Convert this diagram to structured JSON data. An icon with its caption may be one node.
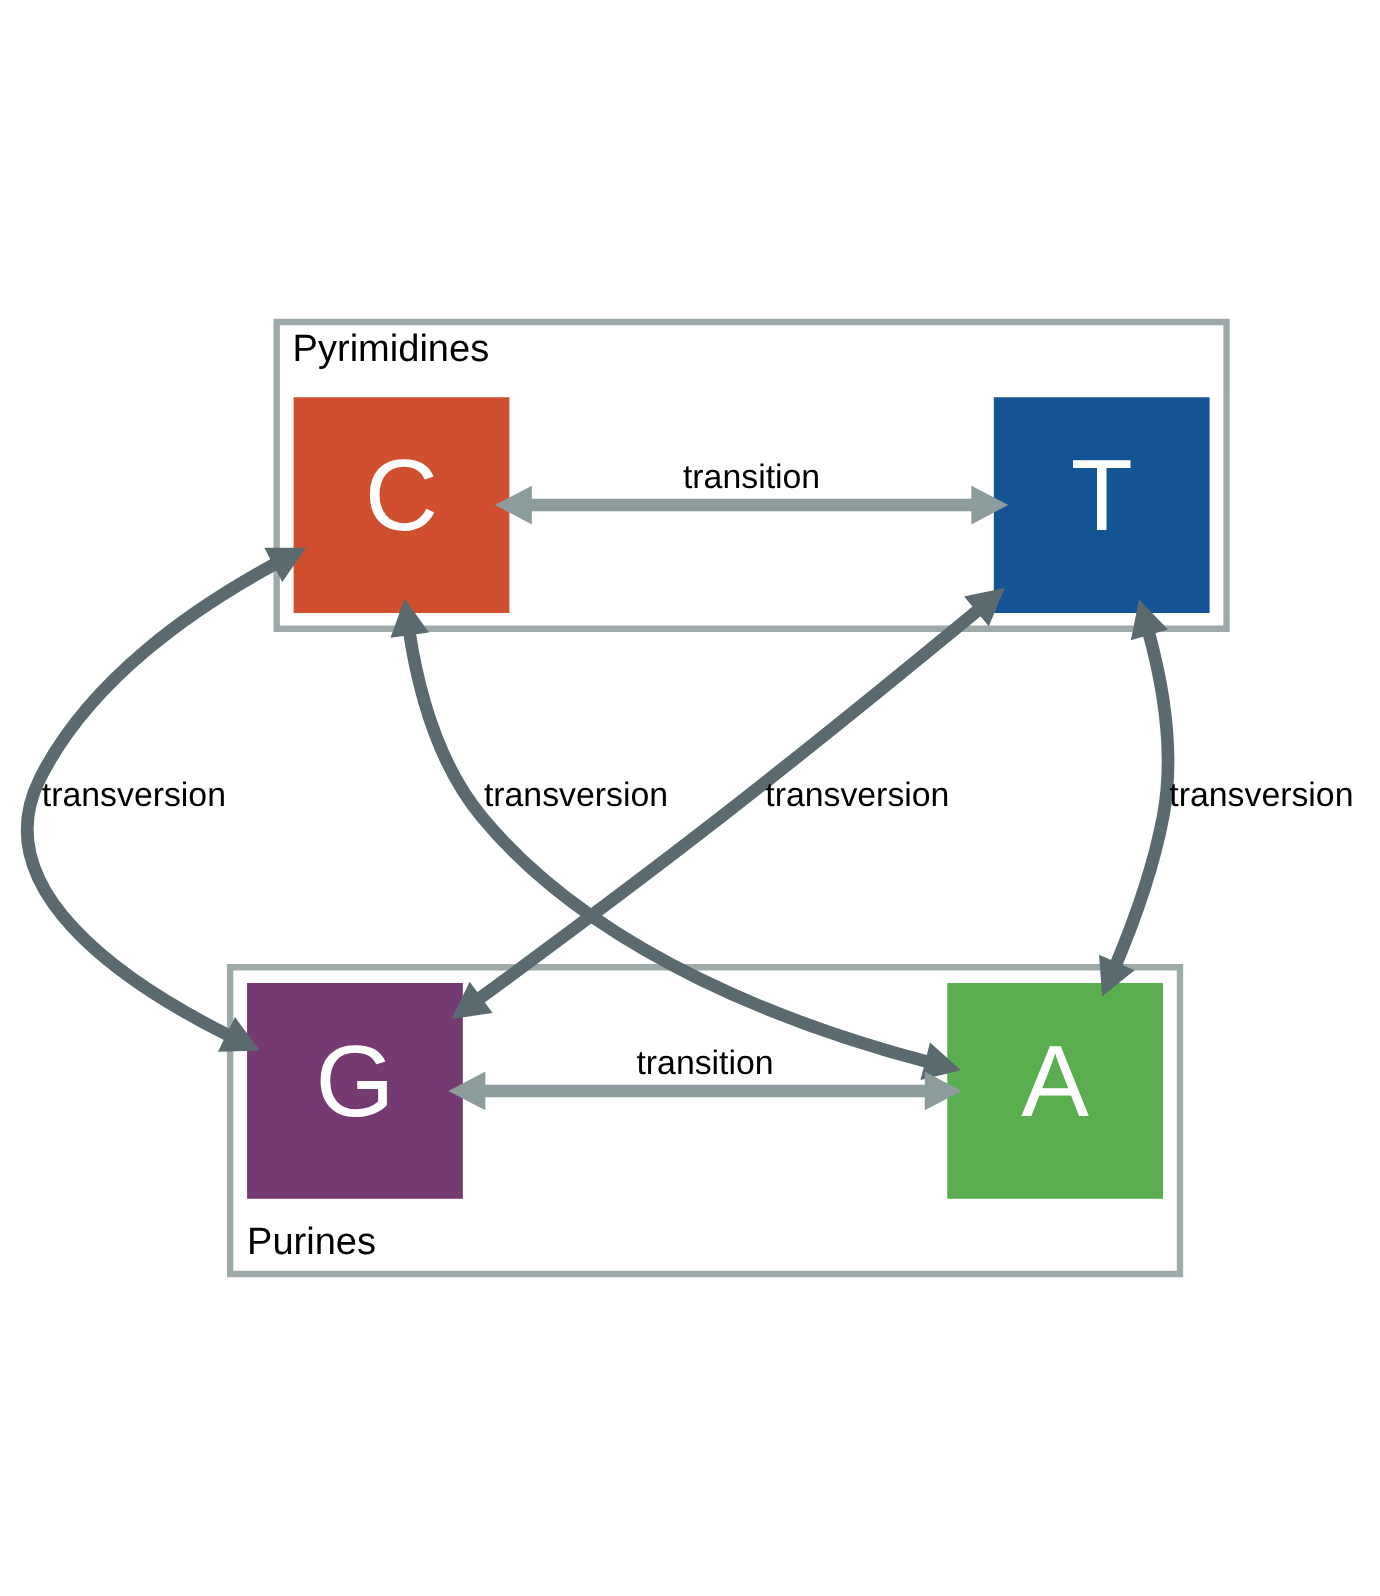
{
  "diagram": {
    "nodes": [
      {
        "text": [
          "Pyrimidines"
        ]
      },
      {
        "text": [
          "C"
        ],
        "in": 0
      },
      {
        "text": [
          "T"
        ],
        "in": 0
      },
      {
        "text": [
          "Purines"
        ]
      },
      {
        "text": [
          "G"
        ],
        "in": 3
      },
      {
        "text": [
          "A"
        ],
        "in": 3
      }
    ],
    "edges": [
      {
        "from": 1,
        "to": 2,
        "arrow": "both",
        "label": "transition",
        "color": "#8c9c9d"
      },
      {
        "from": 1,
        "to": 4,
        "arrow": "both",
        "label": "transversion"
      },
      {
        "from": 1,
        "to": 5,
        "arrow": "both",
        "label": "transversion"
      },
      {
        "from": 2,
        "to": 4,
        "arrow": "both",
        "label": "transversion"
      },
      {
        "from": 2,
        "to": 5,
        "arrow": "both",
        "label": "transversion"
      },
      {
        "from": 4,
        "to": 5,
        "arrow": "both",
        "label": "transition",
        "color": "#8c9c9d"
      }
    ]
  }
}
